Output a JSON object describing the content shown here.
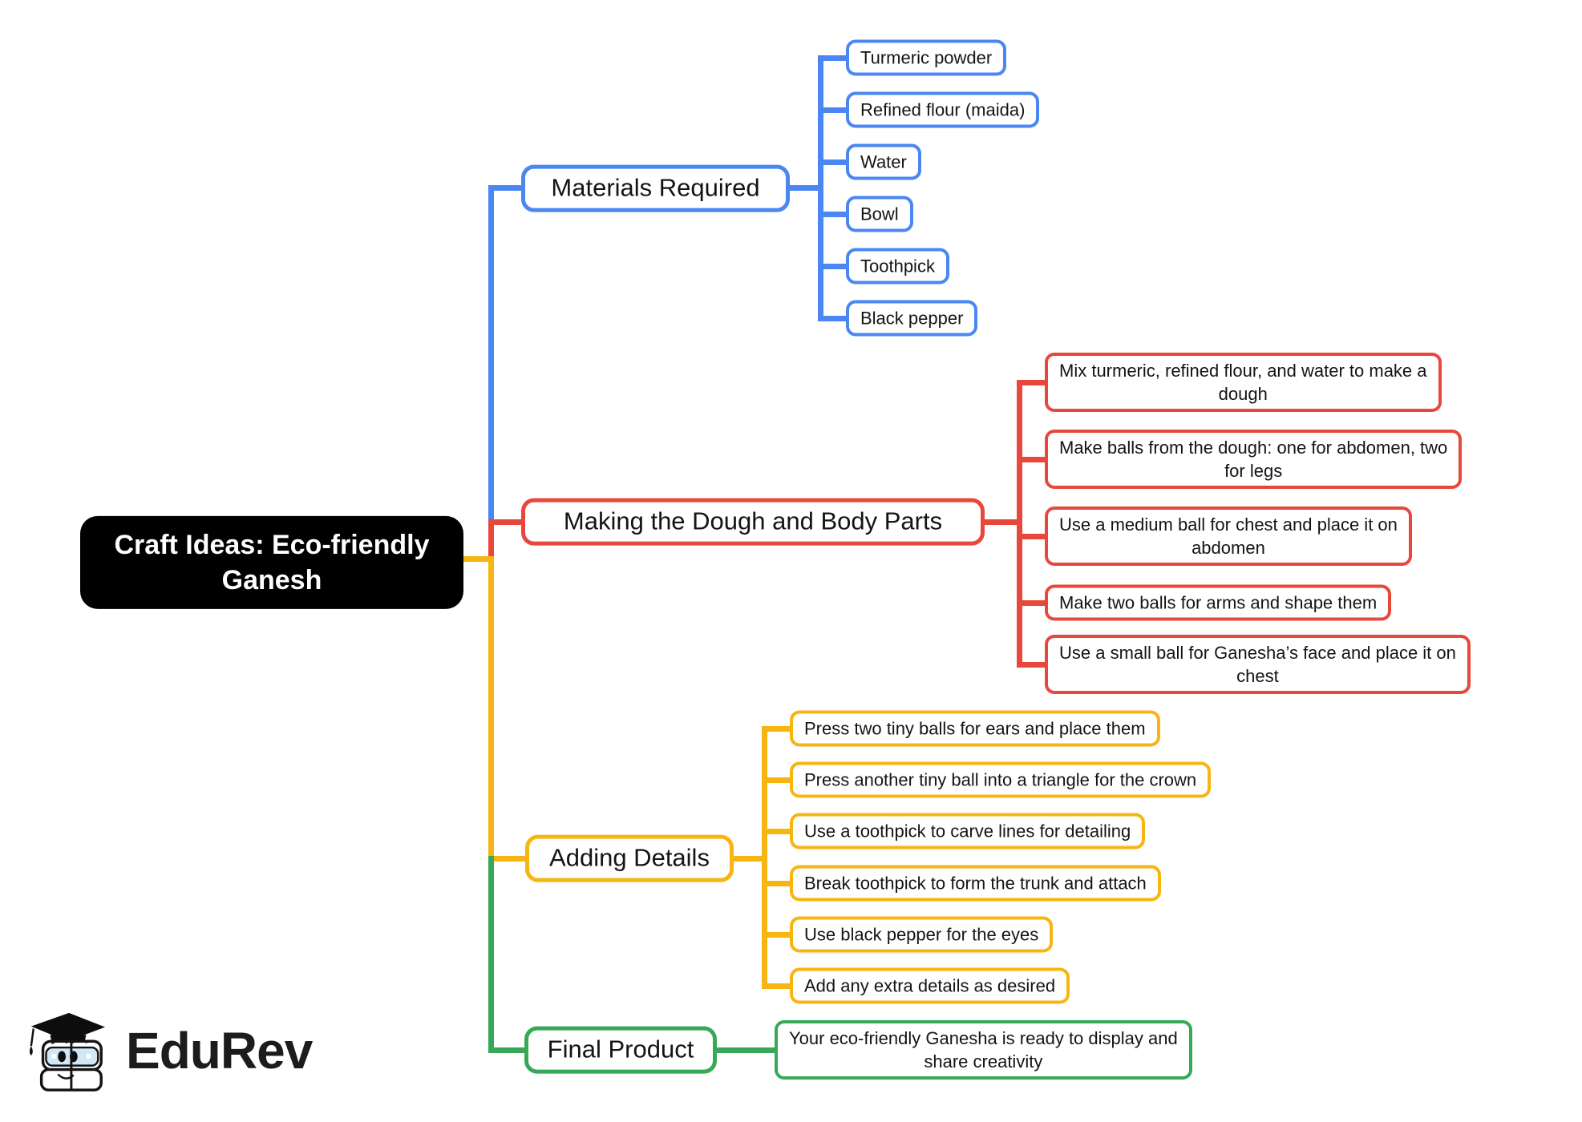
{
  "root": {
    "label": "Craft Ideas: Eco-friendly Ganesh",
    "bg_color": "#000000",
    "text_color": "#ffffff"
  },
  "branches": [
    {
      "label": "Materials Required",
      "color": "#4a87f2",
      "children": [
        "Turmeric powder",
        "Refined flour (maida)",
        "Water",
        "Bowl",
        "Toothpick",
        "Black pepper"
      ]
    },
    {
      "label": "Making the Dough and Body Parts",
      "color": "#e8483c",
      "children": [
        "Mix turmeric, refined flour, and water to make a\ndough",
        "Make balls from the dough: one for abdomen, two\nfor legs",
        "Use a medium ball for chest and place it on\nabdomen",
        "Make two balls for arms and shape them",
        "Use a small ball for Ganesha’s face and place it on\nchest"
      ]
    },
    {
      "label": "Adding Details",
      "color": "#f7b512",
      "children": [
        "Press two tiny balls for ears and place them",
        "Press another tiny ball into a triangle for the crown",
        "Use a toothpick to carve lines for detailing",
        "Break toothpick to form the trunk and attach",
        "Use black pepper for the eyes",
        "Add any extra details as desired"
      ]
    },
    {
      "label": "Final Product",
      "color": "#37a857",
      "children": [
        "Your eco-friendly Ganesha is ready to display and\nshare creativity"
      ]
    }
  ],
  "logo": {
    "text": "EduRev"
  }
}
